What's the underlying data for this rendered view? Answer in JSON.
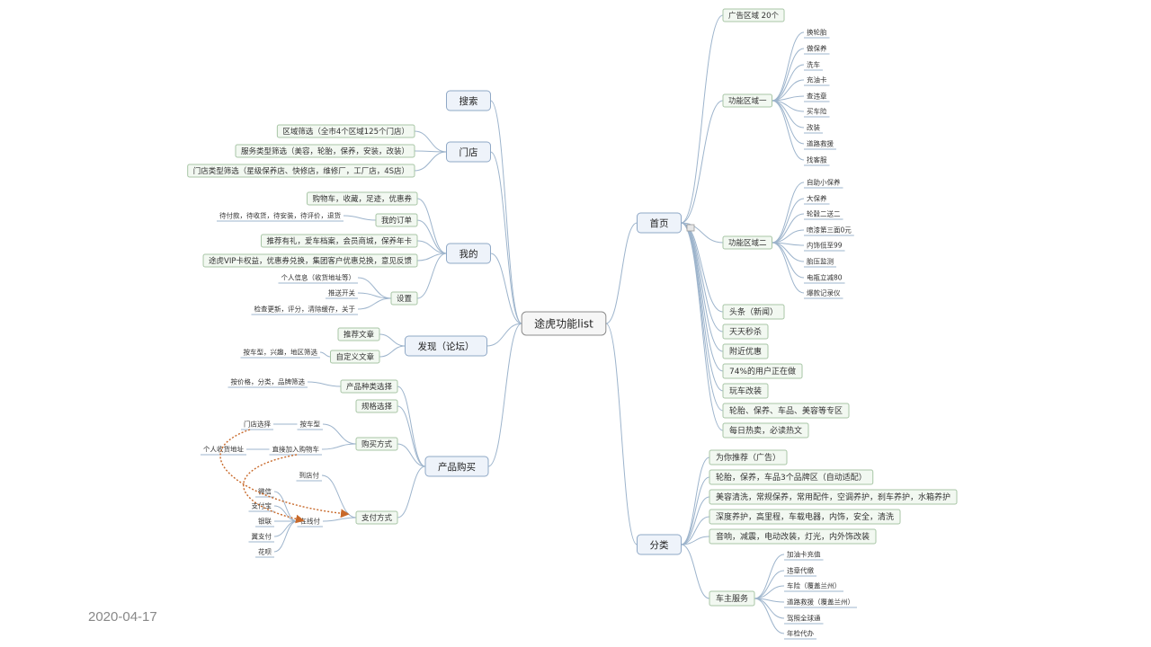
{
  "root": "途虎功能list",
  "date": "2020-04-17",
  "left": {
    "search": "搜索",
    "store": {
      "label": "门店",
      "items": [
        "区域筛选（全市4个区域125个门店）",
        "服务类型筛选（美容，轮胎，保养，安装，改装）",
        "门店类型筛选（星级保养店、快修店，维修厂，工厂店，4S店）"
      ]
    },
    "mine": {
      "label": "我的",
      "items": [
        "购物车，收藏，足迹，优惠券",
        "我的订单",
        "推荐有礼，爱车档案，会员商城，保养年卡",
        "途虎VIP卡权益，优惠券兑换，集团客户优惠兑换，意见反馈",
        "设置"
      ],
      "orders_sub": "待付款，待收货，待安装，待评价，退货",
      "settings_sub": [
        "个人信息（收货地址等）",
        "推送开关",
        "检查更新，评分，清除缓存，关于"
      ]
    },
    "discover": {
      "label": "发现（论坛）",
      "items": [
        "推荐文章",
        "自定义文章"
      ],
      "custom_sub": "按车型，兴趣，地区筛选"
    },
    "purchase": {
      "label": "产品购买",
      "items": [
        "产品种类选择",
        "规格选择",
        "购买方式",
        "支付方式"
      ],
      "kind_sub": "按价格，分类，品牌筛选",
      "buy_sub": [
        "门店选择",
        "按车型",
        "个人收货地址",
        "直接加入购物车"
      ],
      "pay_sub": [
        "到店付",
        "在线付"
      ],
      "online_sub": [
        "微信",
        "支付宝",
        "银联",
        "翼支付",
        "花呗"
      ]
    }
  },
  "right": {
    "home": {
      "label": "首页",
      "ad": "广告区域 20个",
      "func1": {
        "label": "功能区域一",
        "items": [
          "换轮胎",
          "做保养",
          "洗车",
          "充油卡",
          "查违章",
          "买车险",
          "改装",
          "道路救援",
          "找客服"
        ]
      },
      "func2": {
        "label": "功能区域二",
        "items": [
          "自助小保养",
          "大保养",
          "轮毂二送二",
          "喷漆第三面0元",
          "内饰低至99",
          "胎压监测",
          "电瓶立减80",
          "爆款记录仪"
        ]
      },
      "others": [
        "头条（新闻）",
        "天天秒杀",
        "附近优惠",
        "74%的用户正在做",
        "玩车改装",
        "轮胎、保养、车品、美容等专区",
        "每日热卖，必读热文"
      ]
    },
    "category": {
      "label": "分类",
      "items": [
        "为你推荐（广告）",
        "轮胎，保养，车品3个品牌区（自动适配）",
        "美容清洗，常规保养，常用配件，空调养护，刹车养护，水箱养护",
        "深度养护，高里程，车载电器，内饰，安全，清洗",
        "音响，减震，电动改装，灯光，内外饰改装",
        "车主服务"
      ],
      "service_sub": [
        "加油卡充值",
        "违章代缴",
        "车险（覆盖兰州）",
        "道路救援（覆盖兰州）",
        "驾照全球通",
        "年检代办"
      ]
    }
  }
}
